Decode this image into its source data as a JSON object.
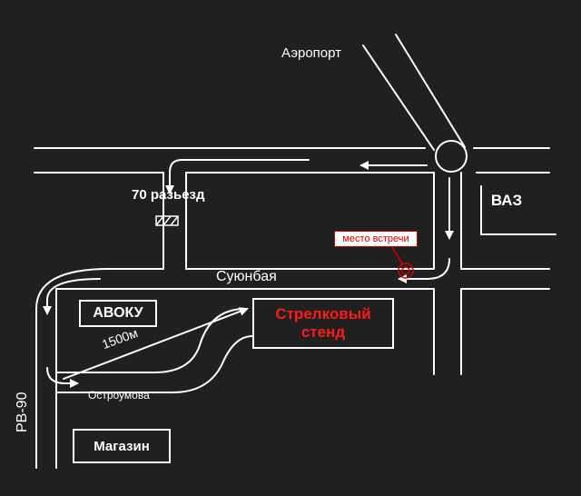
{
  "map": {
    "labels": {
      "airport": "Аэропорт",
      "razyezd": "70 разьезд",
      "suyunbaya": "Суюнбая",
      "ostroumova": "Остроумова",
      "rv90": "РВ-90",
      "distance": "1500м"
    },
    "places": {
      "vaz": "ВАЗ",
      "avoku": "АВОКУ",
      "magazin": "Магазин",
      "range_line1": "Стрелковый",
      "range_line2": "стенд"
    },
    "meeting_point": {
      "label": "место встречи"
    },
    "colors": {
      "background": "#202020",
      "roads": "#ffffff",
      "range_text": "#ff1a1a",
      "meeting_marker": "#cc0000"
    }
  }
}
